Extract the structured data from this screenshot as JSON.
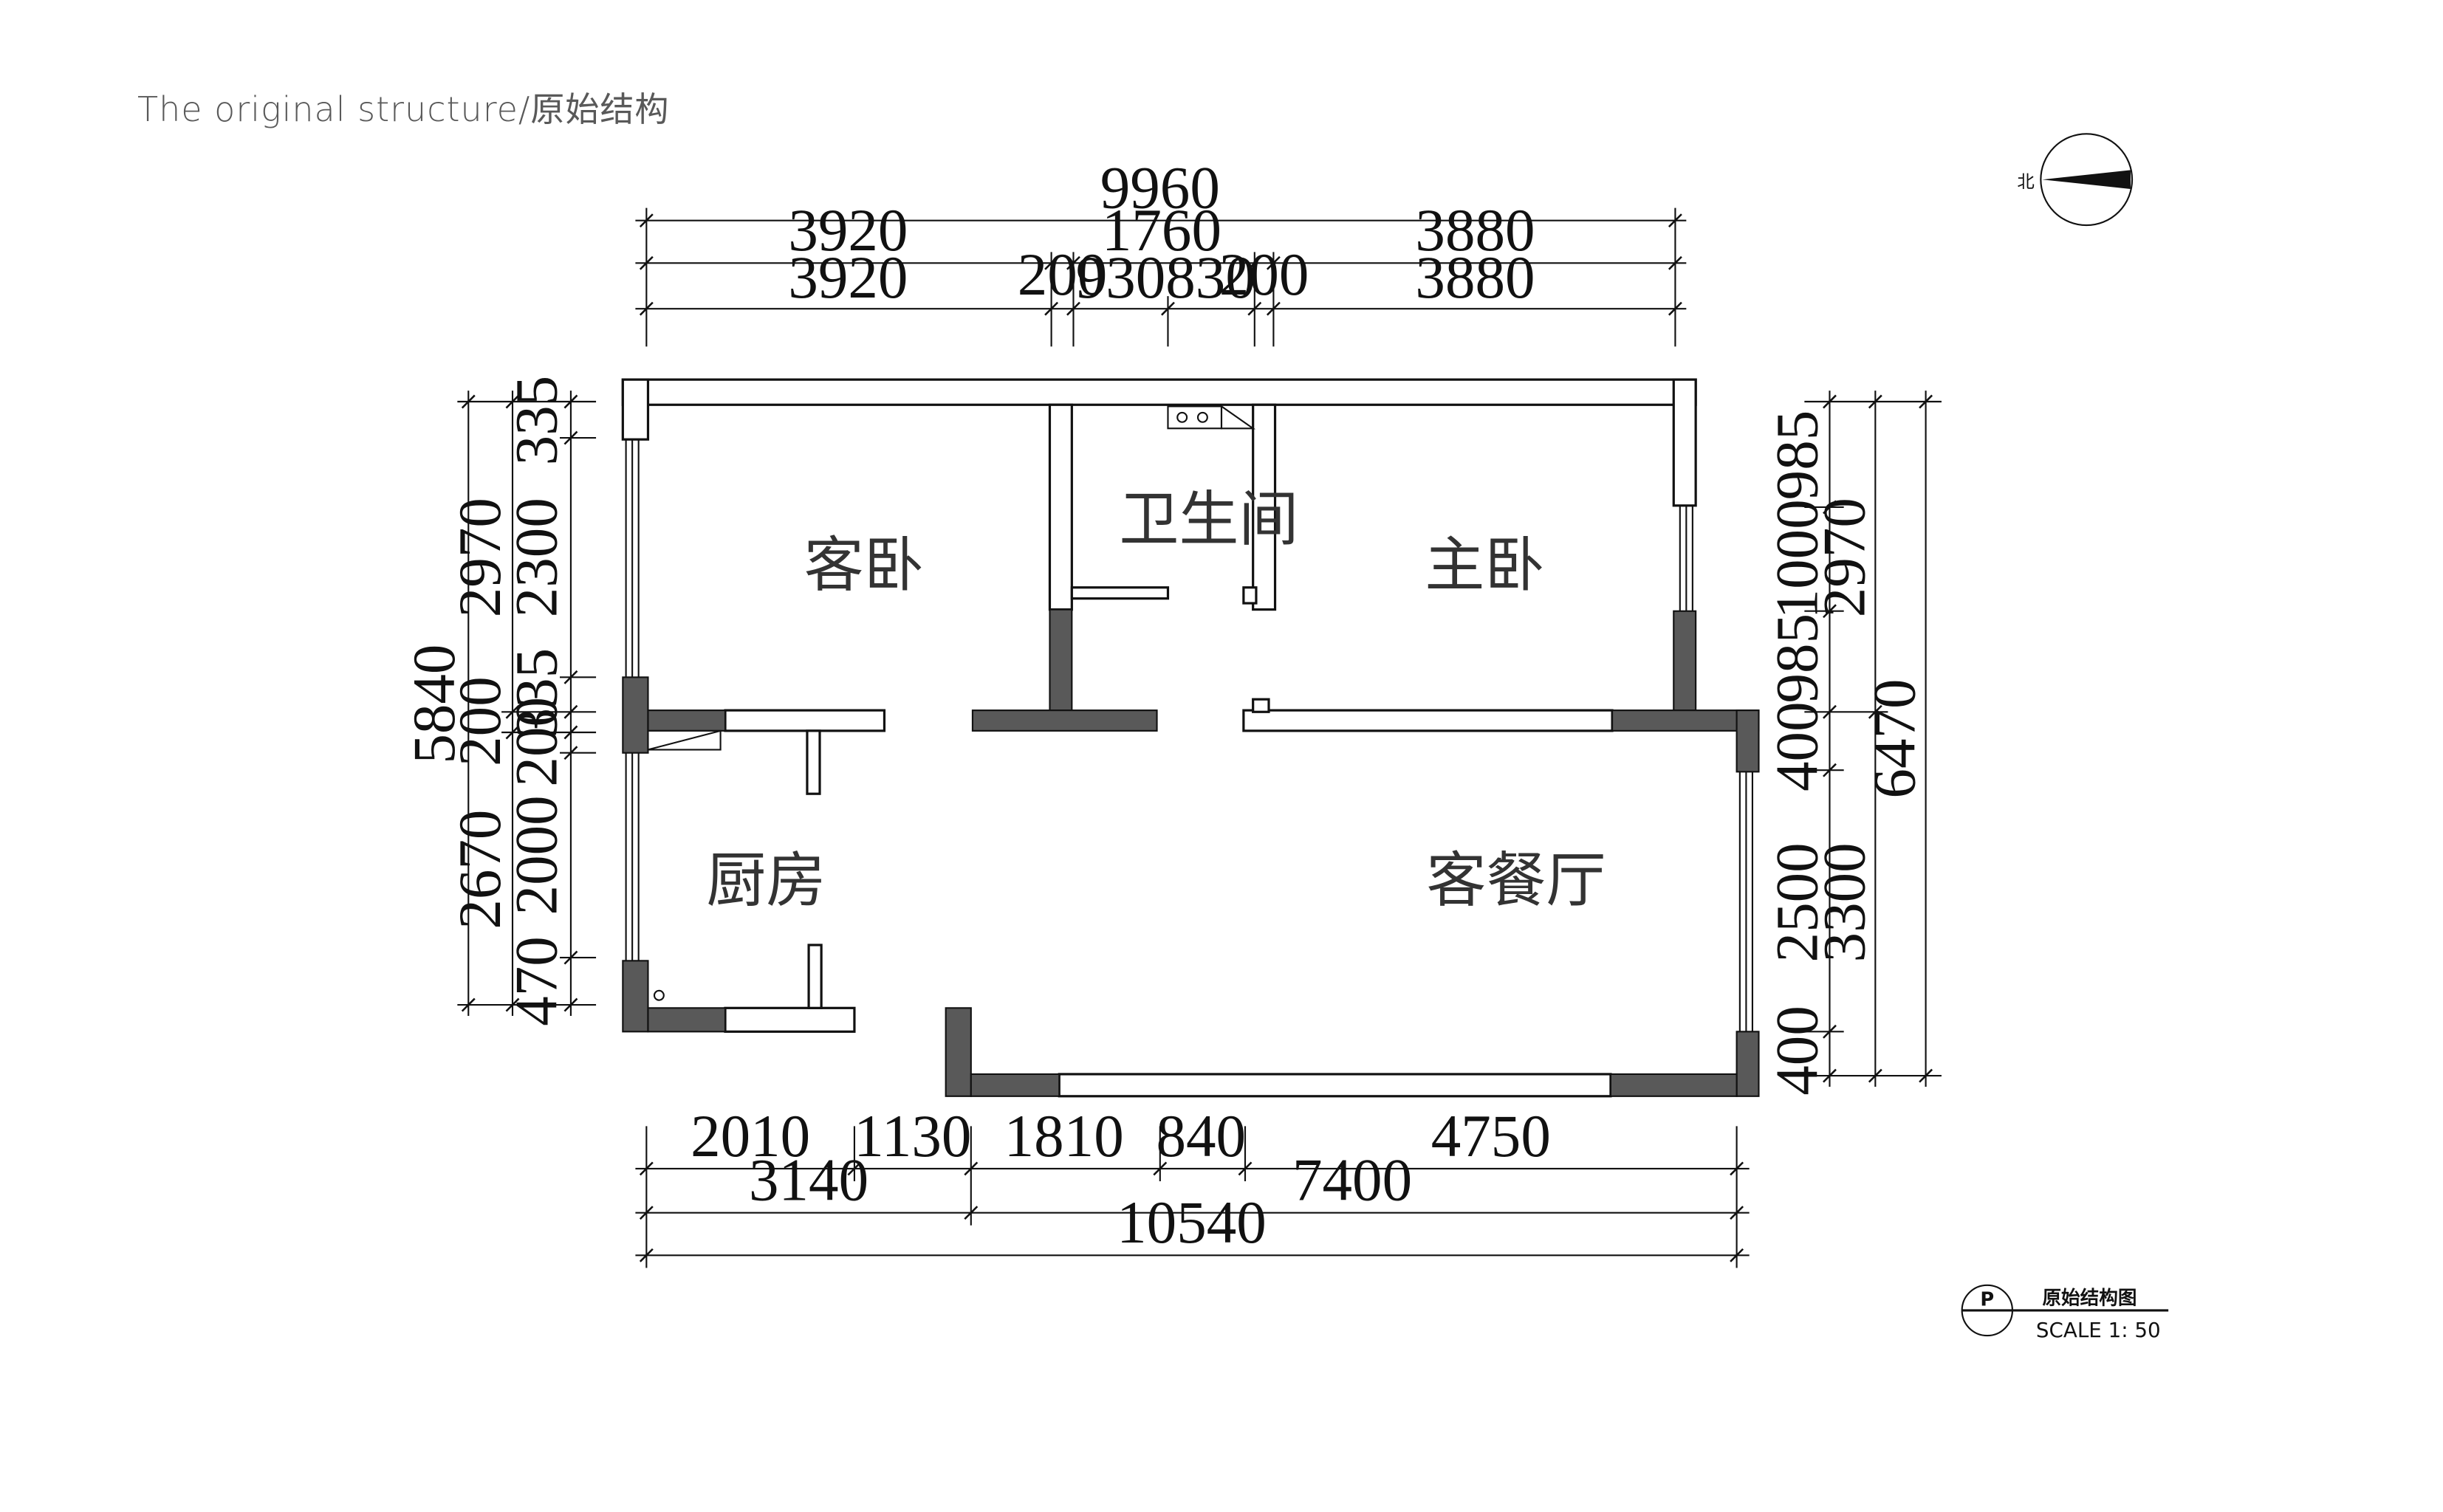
{
  "page": {
    "title": "The original structure/原始结构"
  },
  "compass": {
    "label": "北"
  },
  "rooms": {
    "guest_bedroom": "客卧",
    "bathroom": "卫生间",
    "master_bedroom": "主卧",
    "kitchen": "厨房",
    "living_dining": "客餐厅"
  },
  "dims": {
    "top_total": "9960",
    "top_mid": [
      "3920",
      "1760",
      "3880"
    ],
    "top_detail": [
      "3920",
      "200",
      "930",
      "830",
      "200",
      "3880"
    ],
    "bottom_detail": [
      "2010",
      "1130",
      "1810",
      "840",
      "4750"
    ],
    "bottom_mid": [
      "3140",
      "7400"
    ],
    "bottom_total": "10540",
    "left_total": "5840",
    "left_mid": [
      "2970",
      "200",
      "2670"
    ],
    "left_detail": [
      "335",
      "2300",
      "335",
      "200",
      "2000",
      "470"
    ],
    "right_detail": [
      "985",
      "1000",
      "985",
      "400",
      "2500",
      "400"
    ],
    "right_mid": [
      "2970",
      "3300"
    ],
    "right_total": "6470"
  },
  "legend": {
    "symbol": "P",
    "title": "原始结构图",
    "scale": "SCALE 1: 50"
  },
  "colors": {
    "wall": "#ffffff",
    "column": "#595959",
    "line": "#111111"
  }
}
